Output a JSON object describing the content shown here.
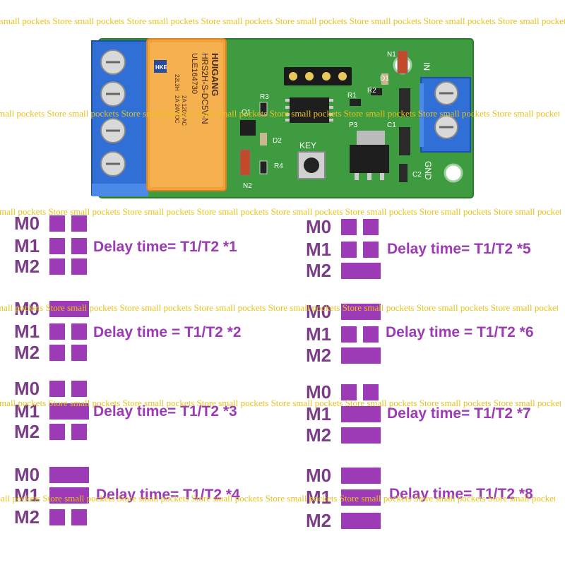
{
  "watermark_text": "small pockets Store small pockets Store small pockets Store small pockets Store small pockets Store small pockets Store small pockets Store small pockets Store",
  "board": {
    "relay_brand": "HUIGANG",
    "relay_model": "HRS2H-S-DC5V-N",
    "relay_cert": "ULE164730",
    "relay_rating_1": "2A 120V AC",
    "relay_rating_2": "2A 24V DC",
    "relay_logo": "HKE",
    "relay_date": "22L3H",
    "label_in": "IN",
    "label_gnd": "GND",
    "label_key": "KEY",
    "labels": [
      "R3",
      "Q1",
      "D2",
      "R4",
      "N2",
      "N1",
      "D1",
      "R2",
      "R1",
      "P3",
      "C1",
      "C2"
    ]
  },
  "modes": [
    {
      "pattern": [
        [
          true,
          true
        ],
        [
          true,
          true
        ],
        [
          true,
          true
        ]
      ],
      "description": "Delay time= T1/T2 *1"
    },
    {
      "pattern": [
        [
          true,
          true
        ],
        [
          true,
          true
        ],
        [
          false,
          false
        ]
      ],
      "description": "Delay time= T1/T2 *5"
    },
    {
      "pattern": [
        [
          false,
          false
        ],
        [
          true,
          true
        ],
        [
          true,
          true
        ]
      ],
      "description": "Delay time = T1/T2 *2"
    },
    {
      "pattern": [
        [
          false,
          false
        ],
        [
          true,
          true
        ],
        [
          false,
          false
        ]
      ],
      "description": "Delay time = T1/T2 *6"
    },
    {
      "pattern": [
        [
          true,
          true
        ],
        [
          false,
          false
        ],
        [
          true,
          true
        ]
      ],
      "description": "Delay time= T1/T2 *3"
    },
    {
      "pattern": [
        [
          true,
          true
        ],
        [
          false,
          false
        ],
        [
          false,
          false
        ]
      ],
      "description": "Delay time= T1/T2 *7"
    },
    {
      "pattern": [
        [
          false,
          false
        ],
        [
          false,
          false
        ],
        [
          true,
          true
        ]
      ],
      "description": "Delay time= T1/T2 *4"
    },
    {
      "pattern": [
        [
          false,
          false
        ],
        [
          false,
          false
        ],
        [
          false,
          false
        ]
      ],
      "description": "Delay time= T1/T2 *8"
    }
  ],
  "row_labels": [
    "M0",
    "M1",
    "M2"
  ],
  "colors": {
    "accent": "#9c3bb5",
    "label": "#7b3d87",
    "pcb": "#3f9b3f",
    "terminal": "#2f6fd6",
    "relay": "#f2a23a",
    "watermark": "#e8c21a"
  }
}
